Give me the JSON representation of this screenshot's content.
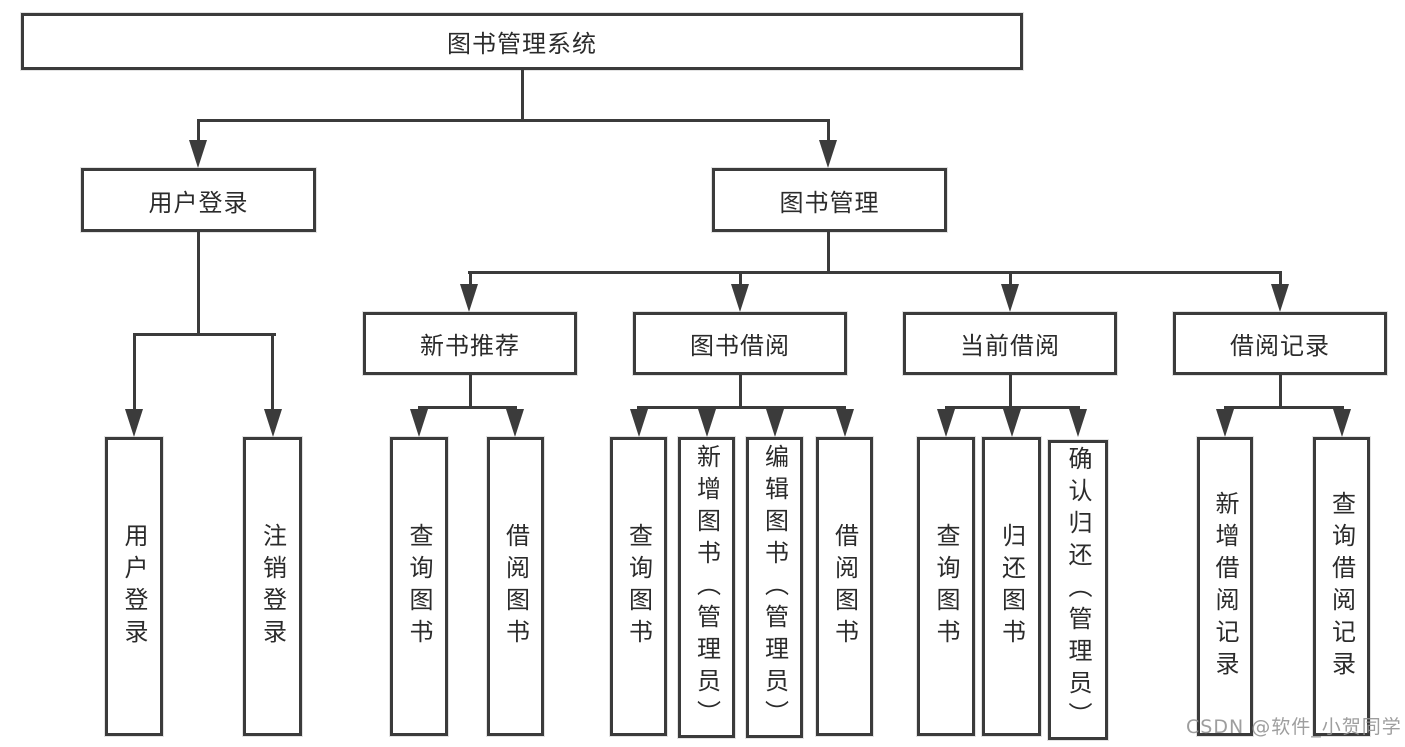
{
  "tree": {
    "root": "图书管理系统",
    "branches": [
      {
        "label": "用户登录",
        "children": [
          "用户登录",
          "注销登录"
        ]
      },
      {
        "label": "图书管理",
        "sections": [
          {
            "label": "新书推荐",
            "children": [
              "查询图书",
              "借阅图书"
            ]
          },
          {
            "label": "图书借阅",
            "children": [
              "查询图书",
              "新增图书（管理员）",
              "编辑图书（管理员）",
              "借阅图书"
            ]
          },
          {
            "label": "当前借阅",
            "children": [
              "查询图书",
              "归还图书",
              "确认归还（管理员）"
            ]
          },
          {
            "label": "借阅记录",
            "children": [
              "新增借阅记录",
              "查询借阅记录"
            ]
          }
        ]
      }
    ]
  },
  "watermark": {
    "text": "CSDN @软件_小贺同学"
  },
  "colors": {
    "line": "#3b3b3b",
    "box_border": "#3b3b3b",
    "text": "#2b2b2b",
    "watermark": "#949494",
    "background": "#ffffff"
  }
}
